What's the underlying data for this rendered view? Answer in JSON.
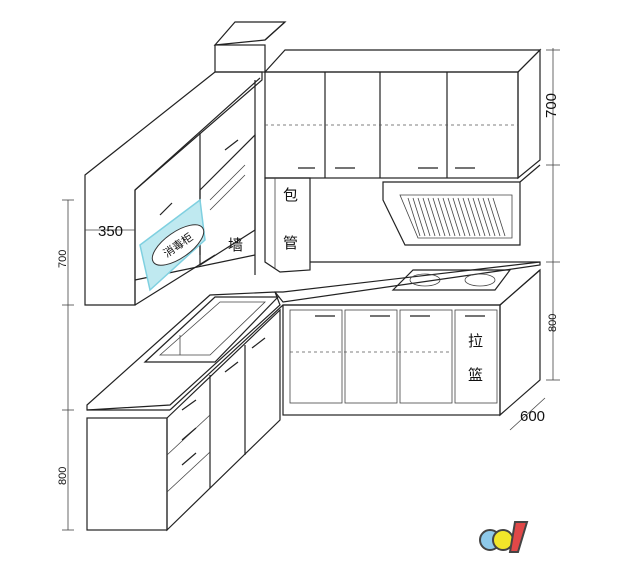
{
  "labels": {
    "pipe_box_1": "包",
    "pipe_box_2": "管",
    "wall": "墙",
    "pull_basket_1": "拉",
    "pull_basket_2": "篮",
    "disinfection_cabinet": "消毒柜"
  },
  "dimensions": {
    "upper_right_height": "700",
    "upper_left_depth": "350",
    "upper_left_height": "700",
    "base_right_height": "800",
    "base_left_height": "800",
    "base_depth": "600"
  },
  "colors": {
    "line": "#222222",
    "glass": "#7fd0e0",
    "logo_blue": "#8ec9ea",
    "logo_yellow": "#f2e62a",
    "logo_red": "#e04848"
  }
}
